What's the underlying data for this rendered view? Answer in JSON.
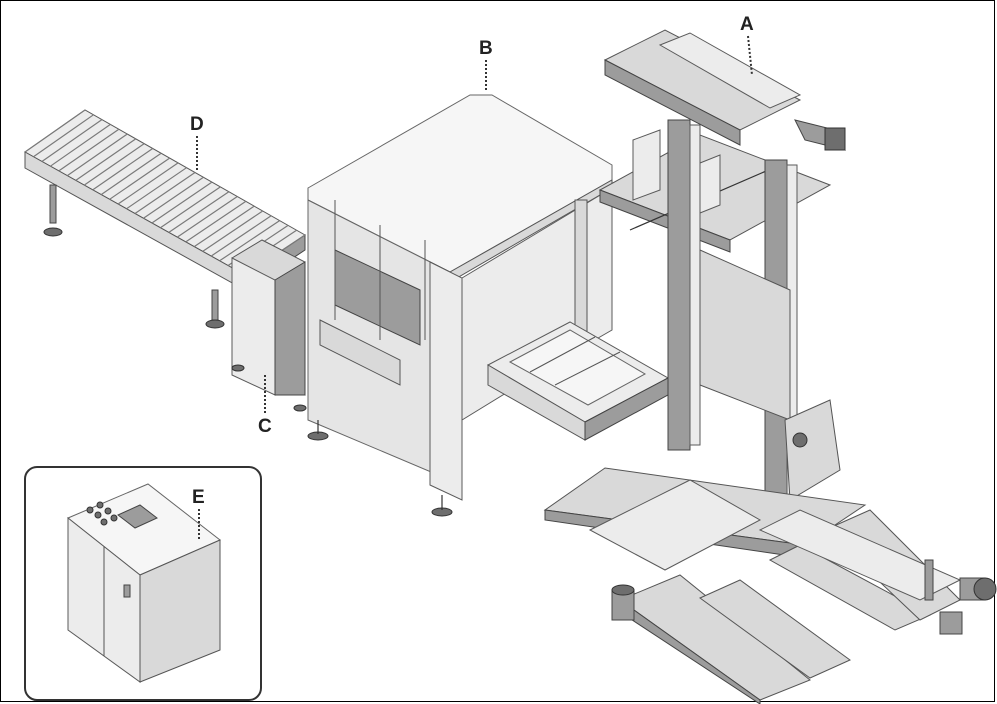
{
  "callouts": {
    "a": "A",
    "b": "B",
    "c": "C",
    "d": "D",
    "e": "E"
  },
  "colors": {
    "outline": "#333333",
    "frame_grey": "#9c9c9c",
    "panel_light": "#ececec"
  },
  "components": [
    {
      "label": "A",
      "icon": "vertical-lift-column-icon"
    },
    {
      "label": "B",
      "icon": "hooded-wrapping-cabinet-icon"
    },
    {
      "label": "C",
      "icon": "side-panel-icon"
    },
    {
      "label": "D",
      "icon": "roller-conveyor-icon"
    },
    {
      "label": "E",
      "icon": "electrical-cabinet-icon"
    }
  ]
}
